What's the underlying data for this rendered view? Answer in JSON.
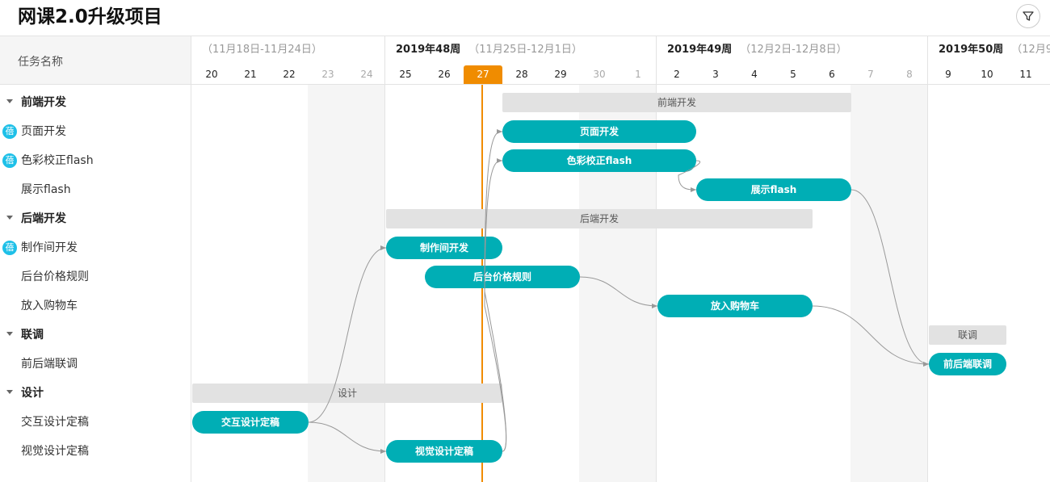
{
  "project": {
    "title": "网课2.0升级项目"
  },
  "left_header": "任务名称",
  "tasks": [
    {
      "label": "前端开发",
      "type": "group"
    },
    {
      "label": "页面开发",
      "type": "task",
      "badge": "蓓"
    },
    {
      "label": "色彩校正flash",
      "type": "task",
      "badge": "蓓"
    },
    {
      "label": "展示flash",
      "type": "task"
    },
    {
      "label": "后端开发",
      "type": "group"
    },
    {
      "label": "制作间开发",
      "type": "task",
      "badge": "蓓"
    },
    {
      "label": "后台价格规则",
      "type": "task"
    },
    {
      "label": "放入购物车",
      "type": "task"
    },
    {
      "label": "联调",
      "type": "group"
    },
    {
      "label": "前后端联调",
      "type": "task"
    },
    {
      "label": "设计",
      "type": "group"
    },
    {
      "label": "交互设计定稿",
      "type": "task"
    },
    {
      "label": "视觉设计定稿",
      "type": "task"
    }
  ],
  "weeks": [
    {
      "name": "",
      "range": "（11月18日-11月24日）",
      "start": 0
    },
    {
      "name": "2019年48周",
      "range": "（11月25日-12月1日）",
      "start": 5
    },
    {
      "name": "2019年49周",
      "range": "（12月2日-12月8日）",
      "start": 12
    },
    {
      "name": "2019年50周",
      "range": "（12月9",
      "start": 19
    }
  ],
  "days": [
    "20",
    "21",
    "22",
    "23",
    "24",
    "25",
    "26",
    "27",
    "28",
    "29",
    "30",
    "1",
    "2",
    "3",
    "4",
    "5",
    "6",
    "7",
    "8",
    "9",
    "10",
    "11"
  ],
  "weekend_indices": [
    3,
    4,
    10,
    11,
    17,
    18
  ],
  "today_index": 7,
  "bars": [
    {
      "row": 0,
      "label": "前端开发",
      "start": 8,
      "end": 17,
      "type": "group"
    },
    {
      "row": 1,
      "label": "页面开发",
      "start": 8,
      "end": 13
    },
    {
      "row": 2,
      "label": "色彩校正flash",
      "start": 8,
      "end": 13
    },
    {
      "row": 3,
      "label": "展示flash",
      "start": 13,
      "end": 17
    },
    {
      "row": 4,
      "label": "后端开发",
      "start": 5,
      "end": 16,
      "type": "group"
    },
    {
      "row": 5,
      "label": "制作间开发",
      "start": 5,
      "end": 8
    },
    {
      "row": 6,
      "label": "后台价格规则",
      "start": 6,
      "end": 10
    },
    {
      "row": 7,
      "label": "放入购物车",
      "start": 12,
      "end": 16
    },
    {
      "row": 8,
      "label": "联调",
      "start": 19,
      "end": 21,
      "type": "group"
    },
    {
      "row": 9,
      "label": "前后端联调",
      "start": 19,
      "end": 21
    },
    {
      "row": 10,
      "label": "设计",
      "start": 0,
      "end": 8,
      "type": "group"
    },
    {
      "row": 11,
      "label": "交互设计定稿",
      "start": 0,
      "end": 3
    },
    {
      "row": 12,
      "label": "视觉设计定稿",
      "start": 5,
      "end": 8
    }
  ],
  "links": [
    {
      "from": 11,
      "to": 5
    },
    {
      "from": 11,
      "to": 12
    },
    {
      "from": 12,
      "to": 1
    },
    {
      "from": 12,
      "to": 2
    },
    {
      "from": 2,
      "to": 3
    },
    {
      "from": 6,
      "to": 7
    },
    {
      "from": 3,
      "to": 9
    },
    {
      "from": 7,
      "to": 9
    }
  ],
  "colors": {
    "accent": "#00aeb5",
    "today": "#f08c00",
    "group_bar": "#e2e2e2",
    "badge": "#1ec0e8"
  },
  "icons": {
    "filter": "filter-icon",
    "collapse": "caret-down-icon"
  }
}
